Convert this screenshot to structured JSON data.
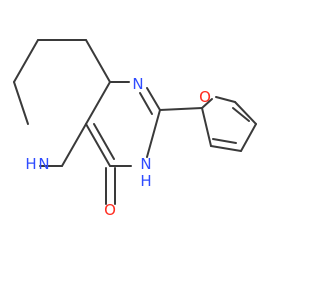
{
  "colors": {
    "bond": "#3a3a3a",
    "nitrogen": "#2f4cff",
    "oxygen": "#ff2b1f",
    "background": "#ffffff"
  },
  "atoms": {
    "furan_o": "O",
    "n_top": "N",
    "n_h": "N",
    "h_on_n": "H",
    "nh_ring_n": "N",
    "nh_ring_h": "H",
    "carbonyl_o": "O"
  }
}
